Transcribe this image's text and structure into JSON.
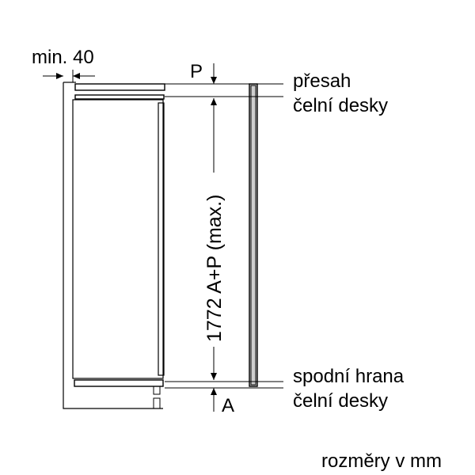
{
  "labels": {
    "min_gap": "min. 40",
    "p_marker": "P",
    "overlap_line1": "přesah",
    "overlap_line2": "čelní desky",
    "height_dimension": "1772 A+P (max.)",
    "bottom_edge_line1": "spodní hrana",
    "bottom_edge_line2": "čelní desky",
    "a_marker": "A",
    "units_note": "rozměry v mm"
  },
  "colors": {
    "stroke": "#000000",
    "background": "#ffffff",
    "door_fill": "#cfcfcf"
  }
}
